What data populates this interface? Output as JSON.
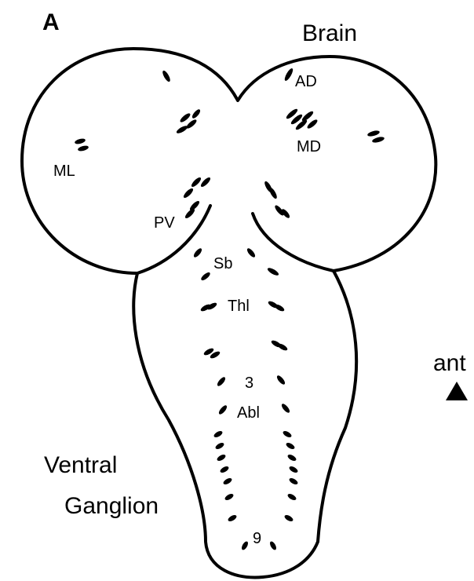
{
  "panel_letter": "A",
  "labels": {
    "brain": "Brain",
    "ad": "AD",
    "md": "MD",
    "ml": "ML",
    "pv": "PV",
    "sb": "Sb",
    "thl": "Thl",
    "seg3": "3",
    "abl": "Abl",
    "seg9": "9",
    "ventral_line1": "Ventral",
    "ventral_line2": "Ganglion",
    "ant": "ant"
  },
  "icons": {
    "orientation_marker": "triangle-up-icon"
  }
}
